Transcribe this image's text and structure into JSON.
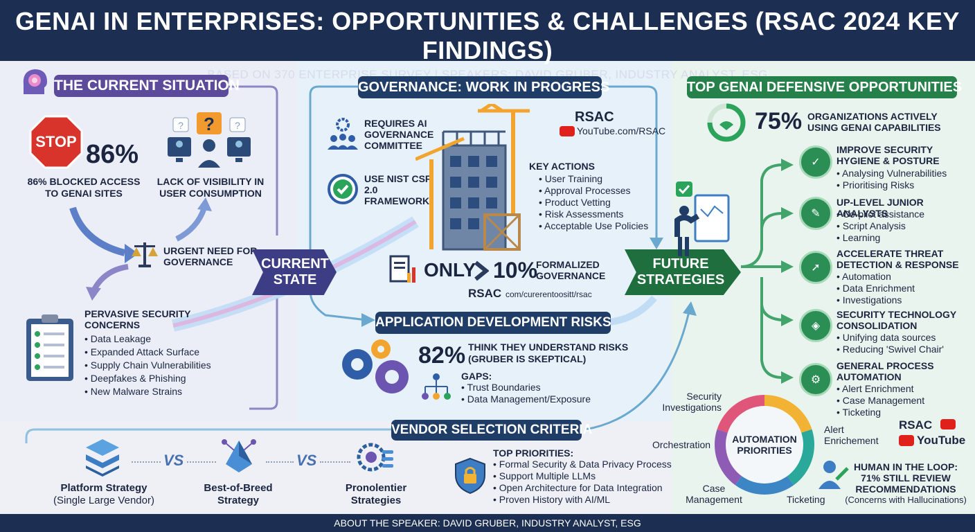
{
  "header": {
    "title": "GENAI IN ENTERPRISES: OPPORTUNITIES & CHALLENGES (RSAC 2024 KEY FINDINGS)",
    "subtitle": "BASED ON 370 ENTERPRISE SURVEY | SPEAKERS: DAVID GRUBER, INDUSTRY ANALYST, ESG"
  },
  "current": {
    "heading": "THE CURRENT SITUATION",
    "stop_label": "STOP",
    "blocked_stat": "86%",
    "blocked_text": "86% BLOCKED ACCESS TO GENAI SITES",
    "visibility_text": "LACK OF VISIBILITY IN USER CONSUMPTION",
    "governance_need": "URGENT NEED FOR GOVERNANCE",
    "concerns_title": "PERVASIVE SECURITY CONCERNS",
    "concerns": [
      "Data Leakage",
      "Expanded Attack Surface",
      "Supply Chain Vulnerabilities",
      "Deepfakes & Phishing",
      "New Malware Strains"
    ],
    "state_label": "CURRENT STATE"
  },
  "governance": {
    "heading": "GOVERNANCE: WORK IN PROGRESS",
    "committee": "REQUIRES AI GOVERNANCE COMMITTEE",
    "nist": "USE NIST CSF 2.0 FRAMEWORK",
    "rsac_logo": "RSAC",
    "youtube_url": "YouTube.com/RSAC",
    "key_actions_title": "KEY ACTIONS",
    "key_actions": [
      "User Training",
      "Approval Processes",
      "Product Vetting",
      "Risk Assessments",
      "Acceptable Use Policies"
    ],
    "only_label": "ONLY",
    "formalized_stat": "10%",
    "formalized_text": "FORMALIZED GOVERNANCE",
    "rsac_url_logo": "RSAC",
    "rsac_url": "com/curerentoositt/rsac"
  },
  "appdev": {
    "heading": "APPLICATION DEVELOPMENT RISKS",
    "stat": "82%",
    "stat_text": "THINK THEY UNDERSTAND RISKS",
    "stat_note": "(GRUBER IS SKEPTICAL)",
    "gaps_title": "GAPS:",
    "gaps": [
      "Trust Boundaries",
      "Data Management/Exposure"
    ]
  },
  "vendor": {
    "heading": "VENDOR SELECTION CRITERIA",
    "vs_label": "VS",
    "strategies": [
      {
        "name": "Platform Strategy",
        "sub": "(Single Large Vendor)"
      },
      {
        "name": "Best-of-Breed",
        "sub": "Strategy"
      },
      {
        "name": "Pronolentier",
        "sub": "Strategies"
      }
    ],
    "priorities_title": "TOP PRIORITIES:",
    "priorities": [
      "Formal Security & Data Privacy Process",
      "Support Multiple LLMs",
      "Open Architecture for Data Integration",
      "Proven History with AI/ML"
    ]
  },
  "future": {
    "state_label": "FUTURE STRATEGIES",
    "heading": "TOP GENAI DEFENSIVE OPPORTUNITIES",
    "adoption_stat": "75%",
    "adoption_text": "ORGANIZATIONS ACTIVELY USING GENAI CAPABILITIES",
    "opportunities": [
      {
        "title": "IMPROVE SECURITY HYGIENE & POSTURE",
        "items": [
          "Analysing Vulnerabilities",
          "Prioritising Risks"
        ]
      },
      {
        "title": "UP-LEVEL JUNIOR ANALYSTS",
        "items": [
          "Co-pilot assistance",
          "Script Analysis",
          "Learning"
        ]
      },
      {
        "title": "ACCELERATE THREAT DETECTION & RESPONSE",
        "items": [
          "Automation",
          "Data Enrichment",
          "Investigations"
        ]
      },
      {
        "title": "SECURITY TECHNOLOGY CONSOLIDATION",
        "items": [
          "Unifying data sources",
          "Reducing 'Swivel Chair'"
        ]
      },
      {
        "title": "GENERAL PROCESS AUTOMATION",
        "items": [
          "Alert Enrichment",
          "Case Management",
          "Ticketing"
        ]
      }
    ],
    "automation_title": "AUTOMATION PRIORITIES",
    "automation_segments": [
      "Security Investigations",
      "Alert Enrichement",
      "Ticketing",
      "Case Management",
      "Orchestration"
    ],
    "segment_colors": [
      "#f2b233",
      "#2aa89a",
      "#3d86c6",
      "#8e5bb5",
      "#e0567a"
    ],
    "rsac_logo": "RSAC",
    "youtube_label": "YouTube",
    "hitl_title": "HUMAN IN THE LOOP: 71% STILL REVIEW RECOMMENDATIONS",
    "hitl_note": "(Concerns with Hallucinations)"
  },
  "footer": {
    "text": "ABOUT THE SPEAKER: DAVID GRUBER, INDUSTRY ANALYST, ESG"
  },
  "colors": {
    "navy": "#1c2f52",
    "purple": "#5b4b9a",
    "green": "#25804a",
    "teal_line": "#6aa9cf"
  }
}
